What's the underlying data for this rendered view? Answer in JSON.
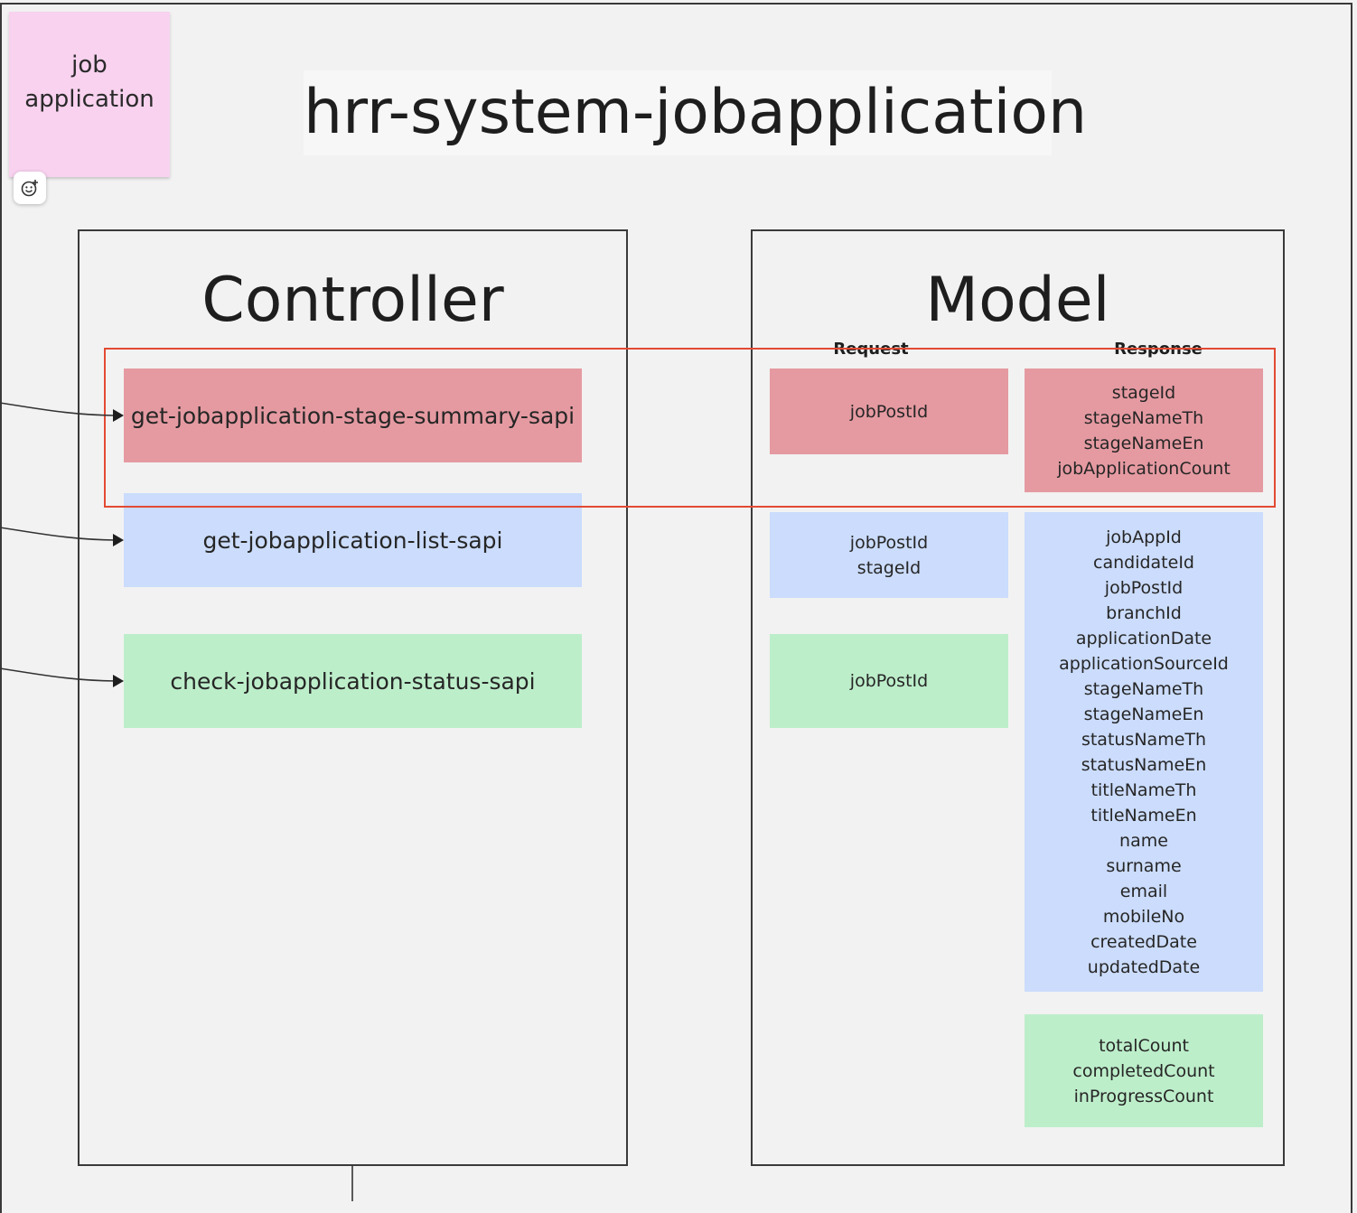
{
  "sticky_note": {
    "text": "job\napplication"
  },
  "title": "hrr-system-jobapplication",
  "controller": {
    "heading": "Controller",
    "apis": [
      {
        "label": "get-jobapplication-stage-summary-sapi",
        "color": "#e59aa1"
      },
      {
        "label": "get-jobapplication-list-sapi",
        "color": "#cbdcfc"
      },
      {
        "label": "check-jobapplication-status-sapi",
        "color": "#bdeeca"
      }
    ]
  },
  "model": {
    "heading": "Model",
    "request_label": "Request",
    "response_label": "Response",
    "requests": [
      [
        "jobPostId"
      ],
      [
        "jobPostId",
        "stageId"
      ],
      [
        "jobPostId"
      ]
    ],
    "responses": [
      [
        "stageId",
        "stageNameTh",
        "stageNameEn",
        "jobApplicationCount"
      ],
      [
        "jobAppId",
        "candidateId",
        "jobPostId",
        "branchId",
        "applicationDate",
        "applicationSourceId",
        "stageNameTh",
        "stageNameEn",
        "statusNameTh",
        "statusNameEn",
        "titleNameTh",
        "titleNameEn",
        "name",
        "surname",
        "email",
        "mobileNo",
        "createdDate",
        "updatedDate"
      ],
      [
        "totalCount",
        "completedCount",
        "inProgressCount"
      ]
    ]
  },
  "colors": {
    "highlight": "#e34a33",
    "red": "#e59aa1",
    "blue": "#cbdcfc",
    "green": "#bdeeca",
    "sticky": "#f8d2ef"
  },
  "icons": {
    "reaction": "add-reaction-icon",
    "arrow": "arrowhead-icon"
  }
}
